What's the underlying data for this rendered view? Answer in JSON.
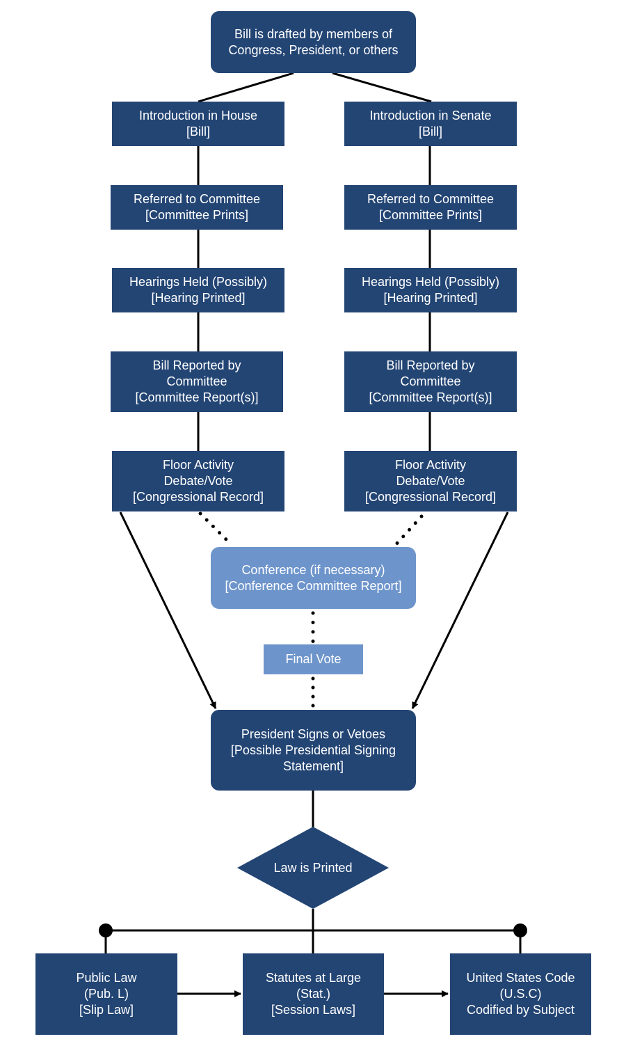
{
  "colors": {
    "node_fill": "#234574",
    "light_fill": "#6e95cb",
    "text": "#ffffff",
    "line": "#000000"
  },
  "nodes": {
    "draft": [
      "Bill is drafted by members of",
      "Congress, President, or others"
    ],
    "house": {
      "introduction": [
        "Introduction in House",
        "[Bill]"
      ],
      "referred": [
        "Referred to Committee",
        "[Committee Prints]"
      ],
      "hearings": [
        "Hearings Held (Possibly)",
        "[Hearing Printed]"
      ],
      "reported": [
        "Bill Reported by",
        "Committee",
        "[Committee Report(s)]"
      ],
      "floor": [
        "Floor Activity",
        "Debate/Vote",
        "[Congressional Record]"
      ]
    },
    "senate": {
      "introduction": [
        "Introduction in Senate",
        "[Bill]"
      ],
      "referred": [
        "Referred to Committee",
        "[Committee Prints]"
      ],
      "hearings": [
        "Hearings Held (Possibly)",
        "[Hearing Printed]"
      ],
      "reported": [
        "Bill Reported by",
        "Committee",
        "[Committee Report(s)]"
      ],
      "floor": [
        "Floor Activity",
        "Debate/Vote",
        "[Congressional Record]"
      ]
    },
    "conference": [
      "Conference (if necessary)",
      "[Conference Committee Report]"
    ],
    "final_vote": "Final Vote",
    "president": [
      "President Signs or Vetoes",
      "[Possible Presidential Signing",
      "Statement]"
    ],
    "law_printed": "Law is Printed",
    "public_law": [
      "Public Law",
      "(Pub. L)",
      "[Slip Law]"
    ],
    "statutes": [
      "Statutes at Large",
      "(Stat.)",
      "[Session Laws]"
    ],
    "usc": [
      "United States Code",
      "(U.S.C)",
      "Codified by Subject"
    ]
  }
}
